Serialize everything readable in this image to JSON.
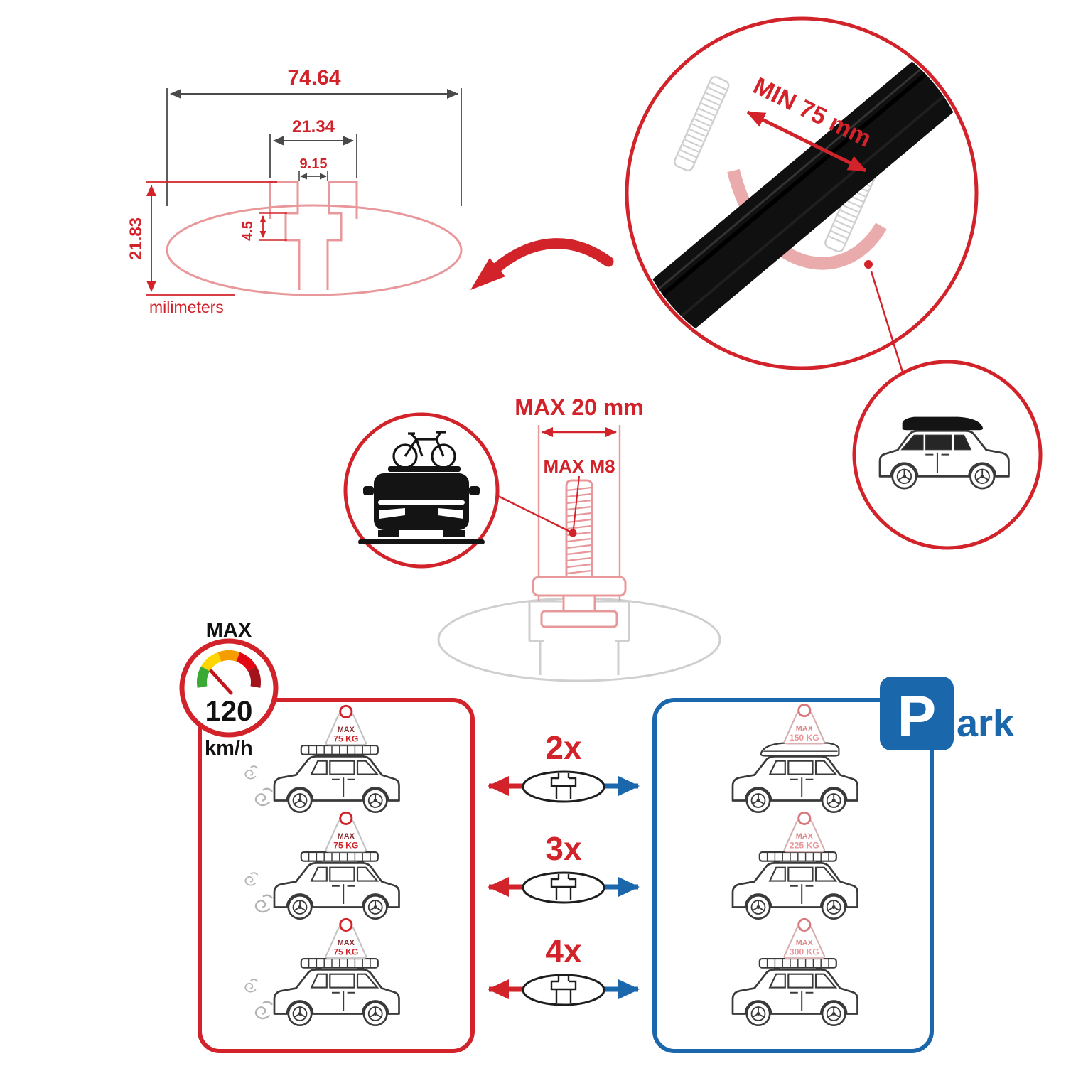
{
  "colors": {
    "accent_red": "#d2232a",
    "accent_blue": "#1a67ab",
    "profile_salmon": "#e8989a",
    "ghost_gray": "#cfcfcf",
    "line_dark": "#3a3a3a",
    "gauge_segments": [
      "#3aaa35",
      "#ffd500",
      "#f59c00",
      "#e30613",
      "#a3131c"
    ]
  },
  "profile_dimensions": {
    "total_width": "74.64",
    "channel_width": "21.34",
    "slot_width": "9.15",
    "lip_height": "4.5",
    "total_height": "21.83",
    "units": "milimeters"
  },
  "bar_inset": {
    "min_span": "MIN 75 mm"
  },
  "bolt": {
    "max_length": "MAX 20 mm",
    "max_thread": "MAX M8"
  },
  "speed": {
    "heading": "MAX",
    "value": "120",
    "unit": "km/h"
  },
  "park": {
    "initial": "P",
    "rest": "ark"
  },
  "capacity": {
    "multipliers": [
      "2x",
      "3x",
      "4x"
    ],
    "driving": [
      {
        "label": "MAX",
        "value": "75 KG"
      },
      {
        "label": "MAX",
        "value": "75 KG"
      },
      {
        "label": "MAX",
        "value": "75 KG"
      }
    ],
    "parked": [
      {
        "label": "MAX",
        "value": "150 KG"
      },
      {
        "label": "MAX",
        "value": "225 KG"
      },
      {
        "label": "MAX",
        "value": "300 KG"
      }
    ]
  },
  "icons": {
    "speedometer": "circular gauge with colored arc and needle",
    "park_sign": "blue square parking sign",
    "bike_car": "car front view with bicycle on roof",
    "suv_roofbox": "suv with black roof box",
    "crossbar_section": "oval crossbar cross-section with t-slot",
    "motion_swirls": "gray exhaust swirls"
  }
}
